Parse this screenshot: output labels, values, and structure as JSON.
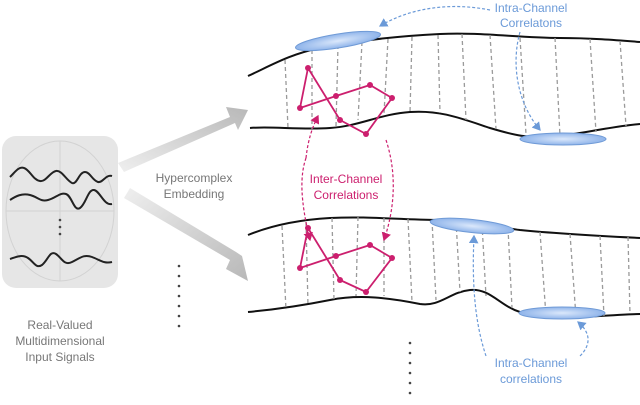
{
  "colors": {
    "inter": "#cc1f6e",
    "intra": "#6b9ad8",
    "arrow": "#c8c8c8",
    "box": "#e6e6e6",
    "text": "#777777"
  },
  "labels": {
    "input_1": "Real-Valued",
    "input_2": "Multidimensional",
    "input_3": "Input Signals",
    "embedding_1": "Hypercomplex",
    "embedding_2": "Embedding",
    "inter_1": "Inter-Channel",
    "inter_2": "Correlations",
    "intra_top_1": "Intra-Channel",
    "intra_top_2": "Correlatons",
    "intra_bottom_1": "Intra-Channel",
    "intra_bottom_2": "correlations"
  }
}
